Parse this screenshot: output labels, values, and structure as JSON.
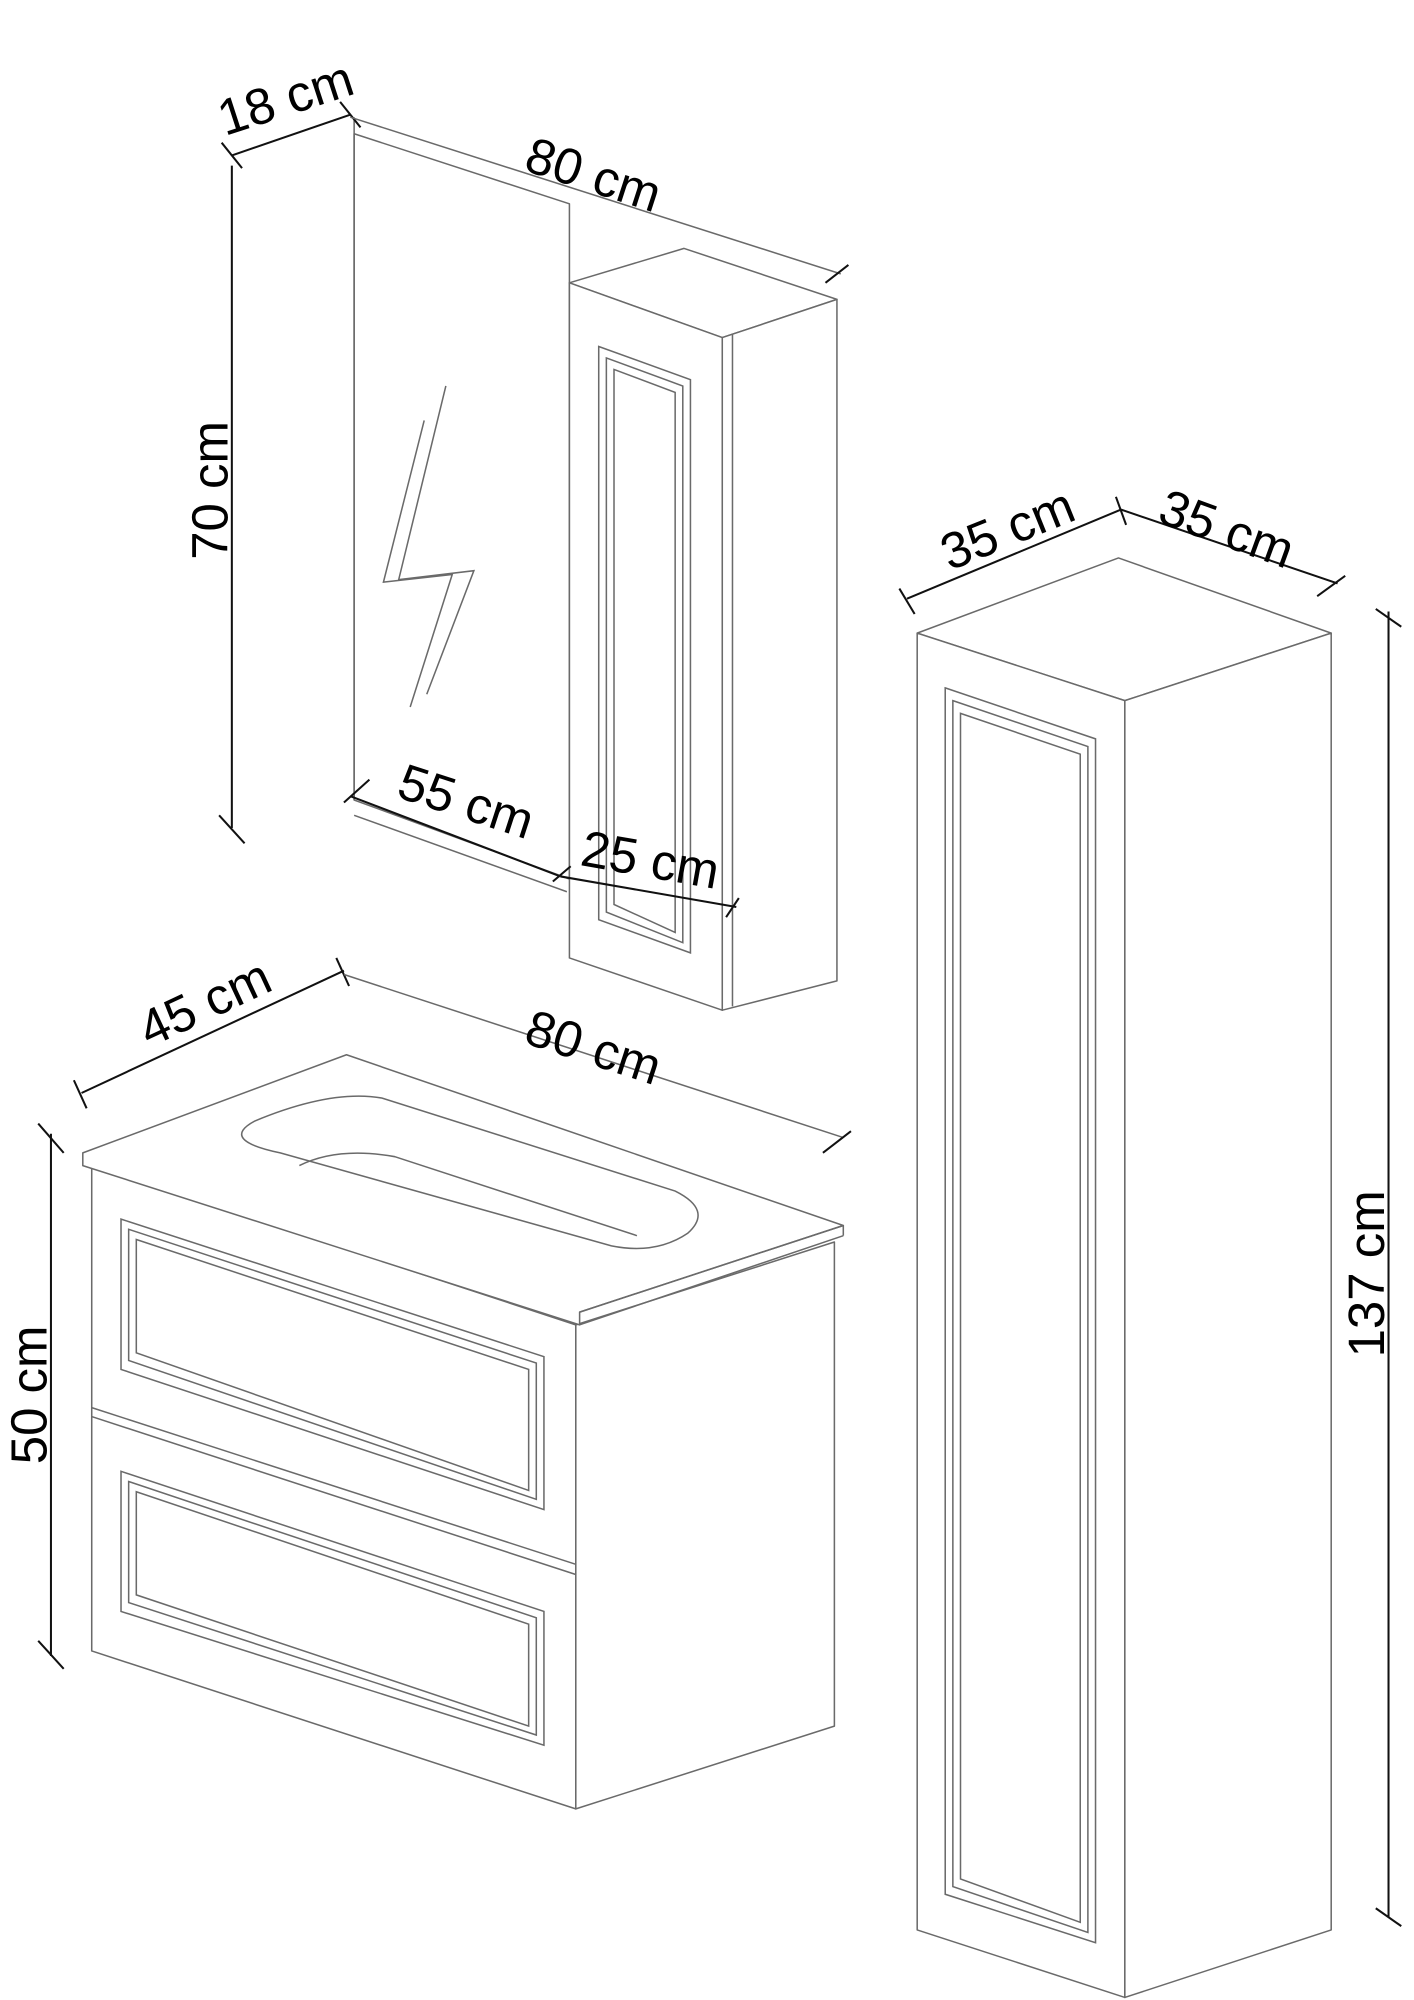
{
  "mirror_cabinet": {
    "depth_label": "18 cm",
    "width_label": "80 cm",
    "height_label": "70 cm",
    "mirror_width_label": "55 cm",
    "cabinet_width_label": "25 cm"
  },
  "vanity": {
    "depth_label": "45 cm",
    "width_label": "80 cm",
    "height_label": "50 cm"
  },
  "tall_cabinet": {
    "width_label": "35 cm",
    "depth_label": "35 cm",
    "height_label": "137 cm"
  }
}
